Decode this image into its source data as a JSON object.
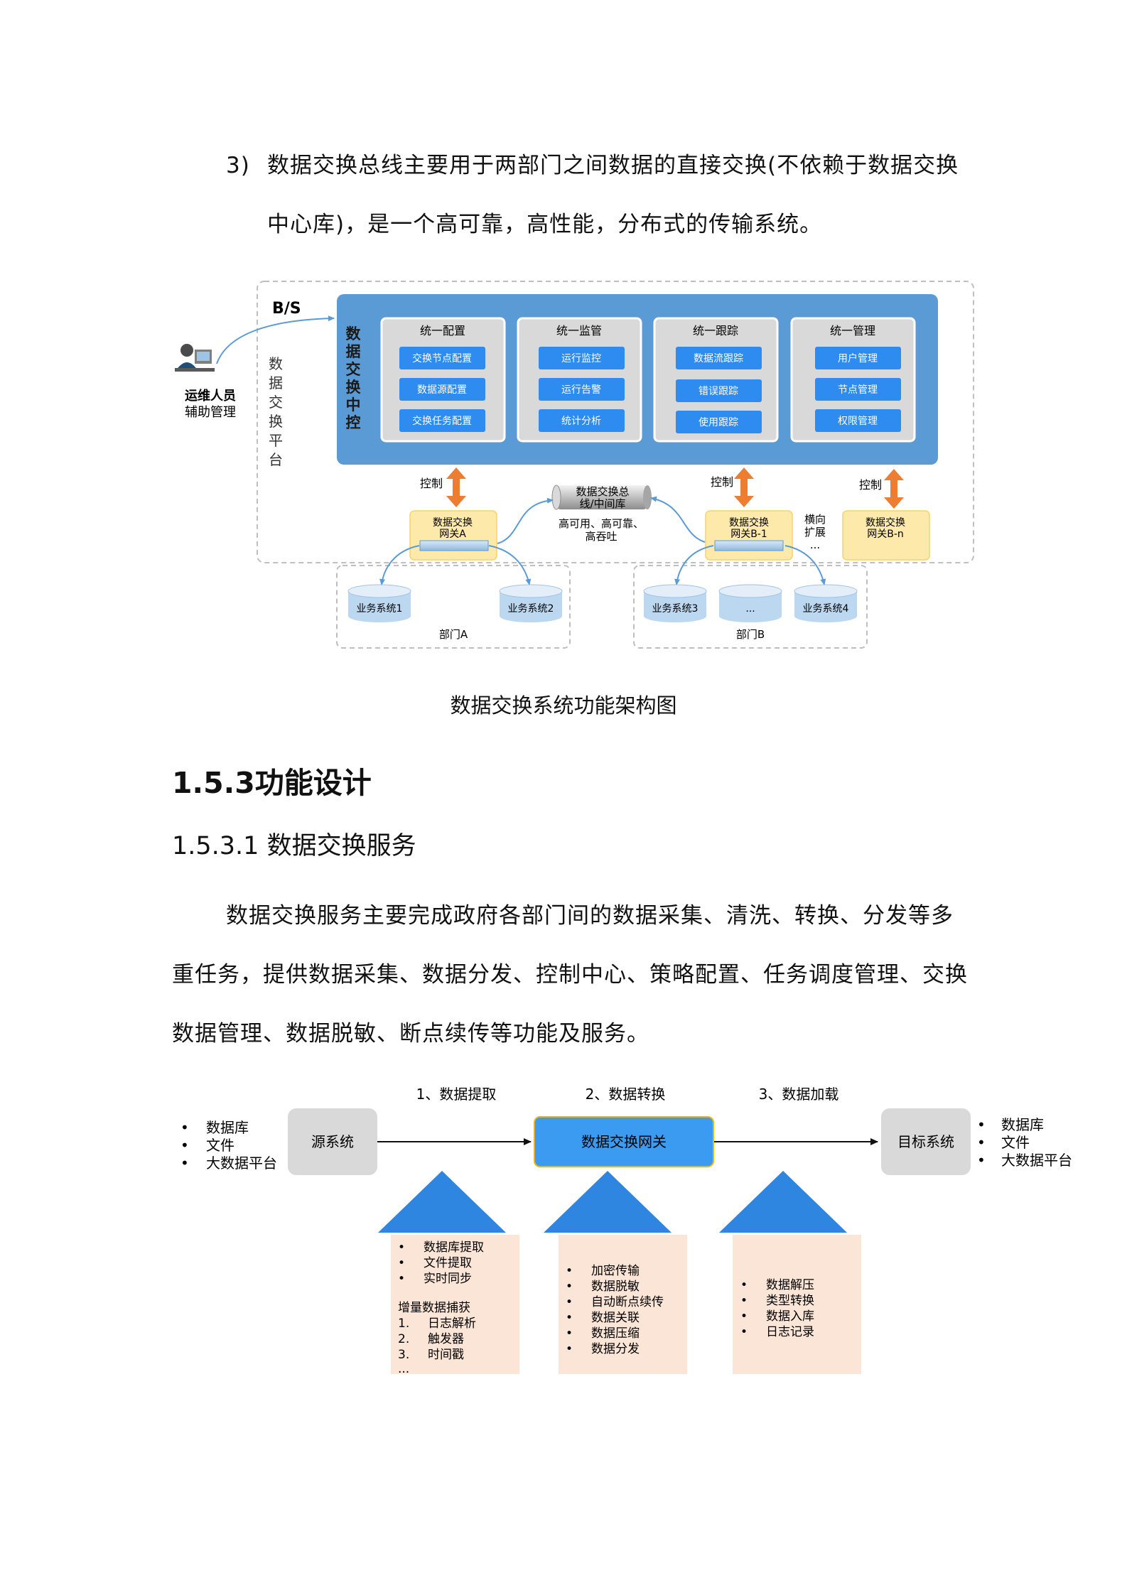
{
  "item3": {
    "num": "3)",
    "line1": "数据交换总线主要用于两部门之间数据的直接交换(不依赖于数据交换",
    "line2": "中心库)，是一个高可靠，高性能，分布式的传输系统。"
  },
  "fig1": {
    "bs": "B/S",
    "operator": [
      "运维人员",
      "辅助管理"
    ],
    "platform_label": [
      "数",
      "据",
      "交",
      "换",
      "平",
      "台"
    ],
    "center_label": [
      "数",
      "据",
      "交",
      "换",
      "中",
      "控"
    ],
    "groups": [
      {
        "title": "统一配置",
        "items": [
          "交换节点配置",
          "数据源配置",
          "交换任务配置"
        ]
      },
      {
        "title": "统一监管",
        "items": [
          "运行监控",
          "运行告警",
          "统计分析"
        ]
      },
      {
        "title": "统一跟踪",
        "items": [
          "数据流跟踪",
          "错误跟踪",
          "使用跟踪"
        ]
      },
      {
        "title": "统一管理",
        "items": [
          "用户管理",
          "节点管理",
          "权限管理"
        ]
      }
    ],
    "control": "控制",
    "bus": [
      "数据交换总",
      "线/中间库"
    ],
    "bus_note": [
      "高可用、高可靠、",
      "高吞吐"
    ],
    "gateway_a": [
      "数据交换",
      "网关A"
    ],
    "gateway_b1": [
      "数据交换",
      "网关B-1"
    ],
    "gateway_bn": [
      "数据交换",
      "网关B-n"
    ],
    "scale": [
      "横向",
      "扩展",
      "..."
    ],
    "dept_a": {
      "label": "部门A",
      "systems": [
        "业务系统1",
        "业务系统2"
      ]
    },
    "dept_b": {
      "label": "部门B",
      "systems": [
        "业务系统3",
        "...",
        "业务系统4"
      ]
    }
  },
  "fig1_caption": "数据交换系统功能架构图",
  "section_heading": "1.5.3功能设计",
  "subsection_heading": "1.5.3.1 数据交换服务",
  "body": {
    "line1": "数据交换服务主要完成政府各部门间的数据采集、清洗、转换、分发等多",
    "line2": "重任务，提供数据采集、数据分发、控制中心、策略配置、任务调度管理、交换",
    "line3": "数据管理、数据脱敏、断点续传等功能及服务。"
  },
  "fig2": {
    "steps": [
      "1、数据提取",
      "2、数据转换",
      "3、数据加载"
    ],
    "source": "源系统",
    "gateway": "数据交换网关",
    "target": "目标系统",
    "bullet": "•",
    "left_list": [
      "数据库",
      "文件",
      "大数据平台"
    ],
    "right_list": [
      "数据库",
      "文件",
      "大数据平台"
    ],
    "extract_list": [
      "数据库提取",
      "文件提取",
      "实时同步"
    ],
    "cdc_title": "增量数据捕获",
    "cdc_nums": [
      "1.",
      "2.",
      "3."
    ],
    "cdc_items": [
      "日志解析",
      "触发器",
      "时间戳"
    ],
    "ellipsis": "...",
    "transform_list": [
      "加密传输",
      "数据脱敏",
      "自动断点续传",
      "数据关联",
      "数据压缩",
      "数据分发"
    ],
    "load_list": [
      "数据解压",
      "类型转换",
      "数据入库",
      "日志记录"
    ]
  },
  "colors": {
    "blue_panel": "#5b9bd5",
    "button_blue": "#2e8bef",
    "group_gray": "#d9d9d9",
    "gateway_yellow": "#fde9a9",
    "orange": "#ed7d31",
    "cylinder": "#bcd7f0",
    "triangle_blue": "#2e86e0",
    "peach": "#fbe5d6",
    "gateway_fill": "#3a9bf0"
  }
}
